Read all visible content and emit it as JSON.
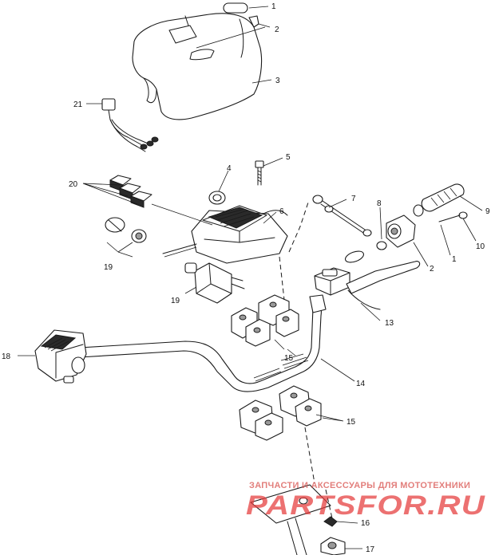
{
  "callouts": [
    {
      "id": "c1a",
      "text": "1"
    },
    {
      "id": "c2a",
      "text": "2"
    },
    {
      "id": "c3",
      "text": "3"
    },
    {
      "id": "c21",
      "text": "21"
    },
    {
      "id": "c5",
      "text": "5"
    },
    {
      "id": "c4",
      "text": "4"
    },
    {
      "id": "c20",
      "text": "20"
    },
    {
      "id": "c7",
      "text": "7"
    },
    {
      "id": "c6",
      "text": "6"
    },
    {
      "id": "c8",
      "text": "8"
    },
    {
      "id": "c9",
      "text": "9"
    },
    {
      "id": "c10",
      "text": "10"
    },
    {
      "id": "c1b",
      "text": "1"
    },
    {
      "id": "c2b",
      "text": "2"
    },
    {
      "id": "c19a",
      "text": "19"
    },
    {
      "id": "c19b",
      "text": "19"
    },
    {
      "id": "c13",
      "text": "13"
    },
    {
      "id": "c18",
      "text": "18"
    },
    {
      "id": "c15a",
      "text": "15"
    },
    {
      "id": "c14",
      "text": "14"
    },
    {
      "id": "c15b",
      "text": "15"
    },
    {
      "id": "c16",
      "text": "16"
    },
    {
      "id": "c17",
      "text": "17"
    }
  ],
  "watermark": {
    "tagline": "ЗАПЧАСТИ И АКСЕССУАРЫ ДЛЯ МОТОТЕХНИКИ",
    "brand": "PARTSFOR.RU",
    "color": "#e63b3b"
  }
}
